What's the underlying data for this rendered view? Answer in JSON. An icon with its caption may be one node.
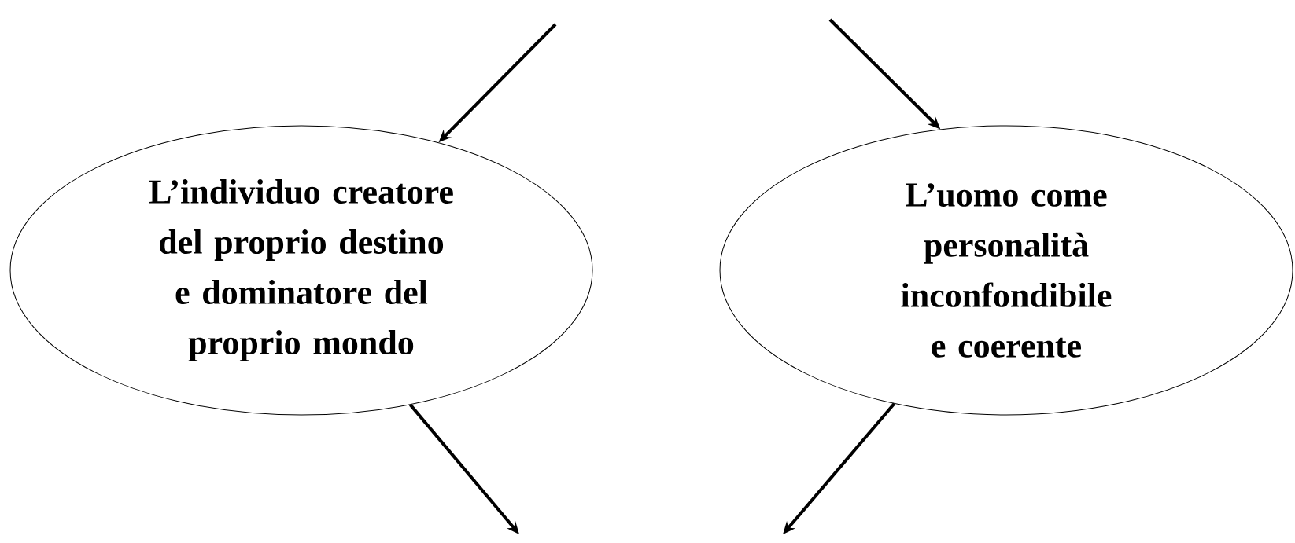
{
  "diagram": {
    "nodes": [
      {
        "text": [
          "L’individuo creatore del proprio destino e dominatore del proprio mondo"
        ]
      },
      {
        "text": [
          "L’uomo come personalità inconfondibile e coerente"
        ]
      }
    ],
    "edges": [
      {
        "from": null,
        "to": 0,
        "arrow": "to"
      },
      {
        "from": null,
        "to": 1,
        "arrow": "to"
      },
      {
        "from": 0,
        "to": null,
        "arrow": "to"
      },
      {
        "from": 1,
        "to": null,
        "arrow": "to"
      }
    ]
  }
}
